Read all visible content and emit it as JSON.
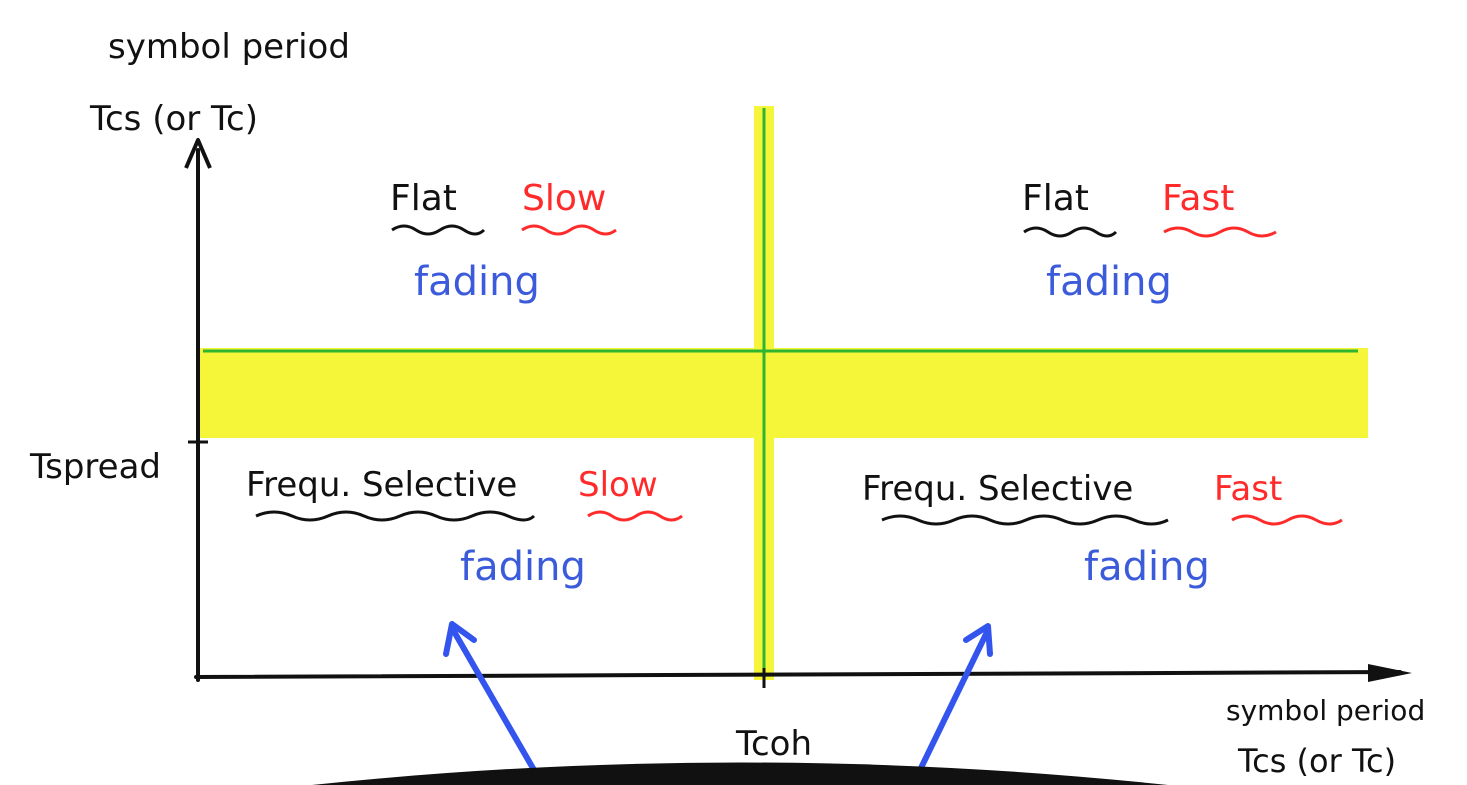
{
  "y_axis": {
    "line1": "symbol period",
    "line2": "Tcs (or Tc)"
  },
  "x_axis": {
    "line1": "symbol period",
    "line2": "Tcs (or Tc)"
  },
  "threshold_labels": {
    "t_spread": "Tspread",
    "t_coh": "Tcoh"
  },
  "quadrants": {
    "top_left": {
      "type": "Flat",
      "speed": "Slow",
      "kind": "fading"
    },
    "top_right": {
      "type": "Flat",
      "speed": "Fast",
      "kind": "fading"
    },
    "bottom_left": {
      "type": "Frequ. Selective",
      "speed": "Slow",
      "kind": "fading"
    },
    "bottom_right": {
      "type": "Frequ. Selective",
      "speed": "Fast",
      "kind": "fading"
    }
  },
  "colors": {
    "highlight": "#f5f53a",
    "divider": "#2fb52f",
    "ink": "#111111",
    "speed": "#ff2a2a",
    "fading": "#3b5bdb",
    "arrow": "#3355ee"
  }
}
